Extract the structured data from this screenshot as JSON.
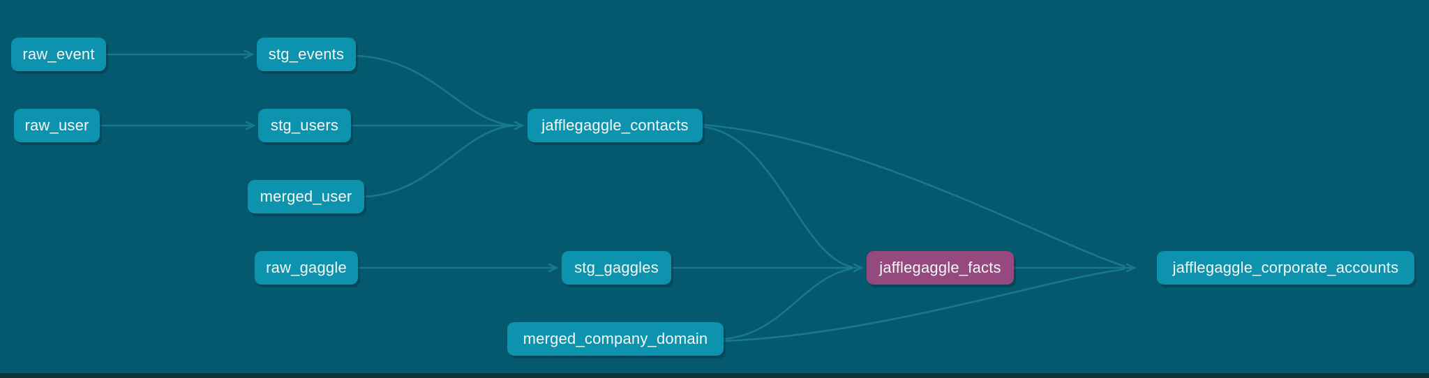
{
  "canvas": {
    "background_color": "#05596F",
    "bottom_bar_color": "#0A362F"
  },
  "graph": {
    "style": {
      "node_color_default": "#0E93AF",
      "node_color_highlight": "#95497F",
      "node_text_color": "#F4F7F7",
      "edge_color": "#1B7E97"
    },
    "nodes": [
      {
        "id": "raw_event",
        "label": "raw_event",
        "color": "default"
      },
      {
        "id": "stg_events",
        "label": "stg_events",
        "color": "default"
      },
      {
        "id": "raw_user",
        "label": "raw_user",
        "color": "default"
      },
      {
        "id": "stg_users",
        "label": "stg_users",
        "color": "default"
      },
      {
        "id": "merged_user",
        "label": "merged_user",
        "color": "default"
      },
      {
        "id": "jafflegaggle_contacts",
        "label": "jafflegaggle_contacts",
        "color": "default"
      },
      {
        "id": "raw_gaggle",
        "label": "raw_gaggle",
        "color": "default"
      },
      {
        "id": "stg_gaggles",
        "label": "stg_gaggles",
        "color": "default"
      },
      {
        "id": "merged_company_domain",
        "label": "merged_company_domain",
        "color": "default"
      },
      {
        "id": "jafflegaggle_facts",
        "label": "jafflegaggle_facts",
        "color": "highlight"
      },
      {
        "id": "jafflegaggle_corporate_accounts",
        "label": "jafflegaggle_corporate_accounts",
        "color": "default"
      }
    ],
    "edges": [
      {
        "from": "raw_event",
        "to": "stg_events"
      },
      {
        "from": "raw_user",
        "to": "stg_users"
      },
      {
        "from": "stg_events",
        "to": "jafflegaggle_contacts"
      },
      {
        "from": "stg_users",
        "to": "jafflegaggle_contacts"
      },
      {
        "from": "merged_user",
        "to": "jafflegaggle_contacts"
      },
      {
        "from": "raw_gaggle",
        "to": "stg_gaggles"
      },
      {
        "from": "stg_gaggles",
        "to": "jafflegaggle_facts"
      },
      {
        "from": "jafflegaggle_contacts",
        "to": "jafflegaggle_facts"
      },
      {
        "from": "merged_company_domain",
        "to": "jafflegaggle_facts"
      },
      {
        "from": "jafflegaggle_facts",
        "to": "jafflegaggle_corporate_accounts"
      },
      {
        "from": "jafflegaggle_contacts",
        "to": "jafflegaggle_corporate_accounts"
      },
      {
        "from": "merged_company_domain",
        "to": "jafflegaggle_corporate_accounts"
      }
    ]
  }
}
